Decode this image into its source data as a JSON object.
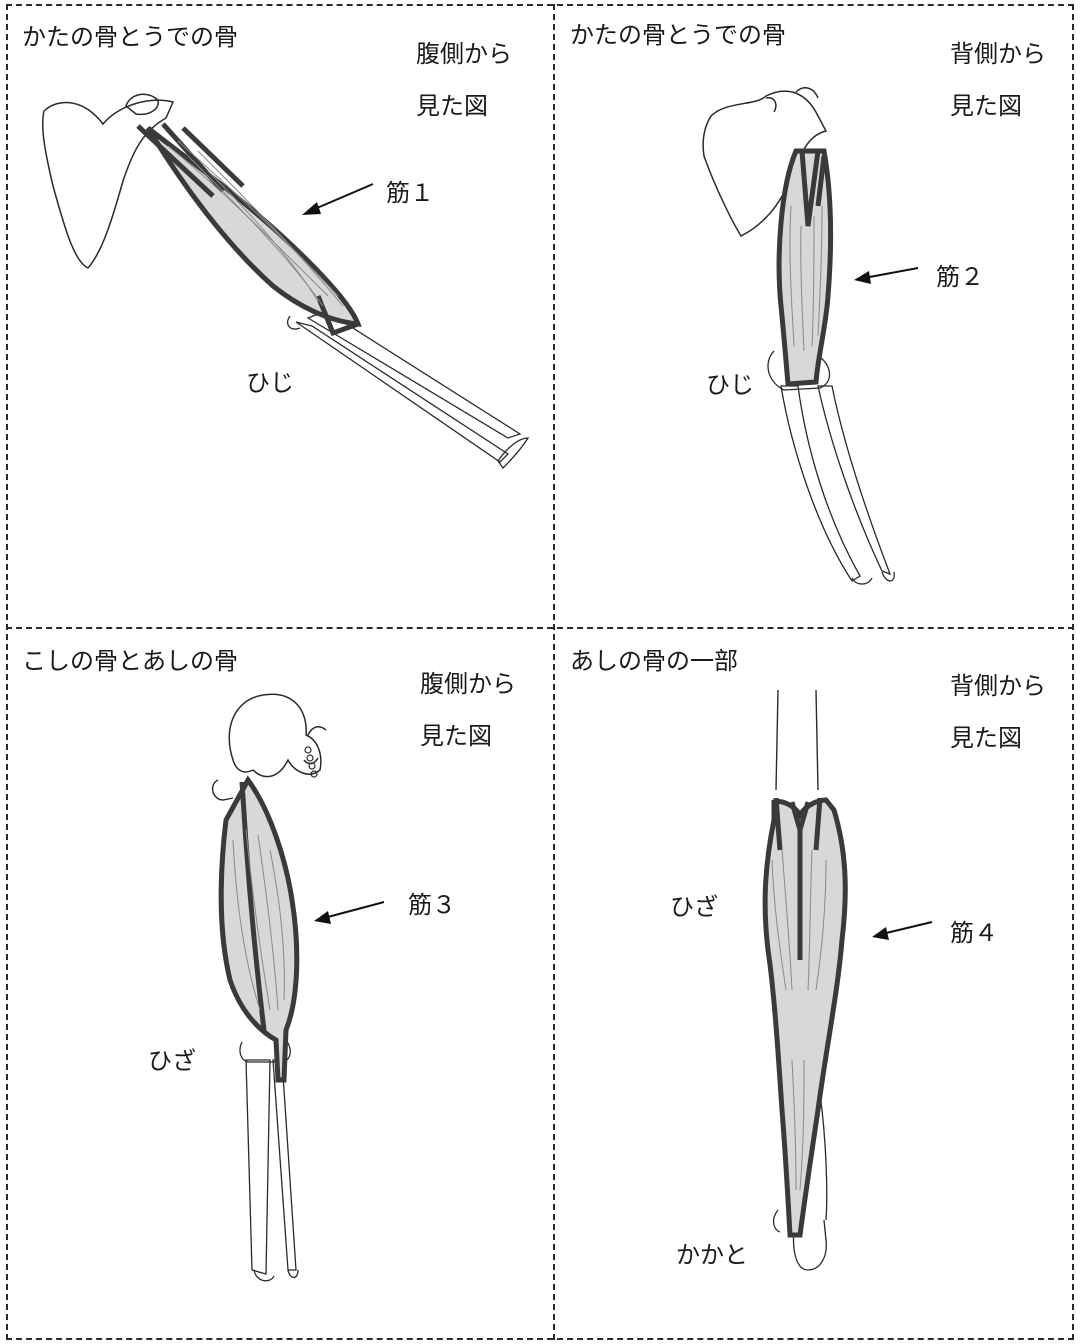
{
  "panels": [
    {
      "title": "かたの骨とうでの骨",
      "view": [
        "腹側から",
        "見た図"
      ],
      "muscle": "筋１",
      "labels": [
        "ひじ"
      ]
    },
    {
      "title": "かたの骨とうでの骨",
      "view": [
        "背側から",
        "見た図"
      ],
      "muscle": "筋２",
      "labels": [
        "ひじ"
      ]
    },
    {
      "title": "こしの骨とあしの骨",
      "view": [
        "腹側から",
        "見た図"
      ],
      "muscle": "筋３",
      "labels": [
        "ひざ"
      ]
    },
    {
      "title": "あしの骨の一部",
      "view": [
        "背側から",
        "見た図"
      ],
      "muscle": "筋４",
      "labels": [
        "ひざ",
        "かかと"
      ]
    }
  ],
  "colors": {
    "line": "#2a2a2a",
    "muscle": "#555555",
    "fiber": "#8a8a8a"
  }
}
